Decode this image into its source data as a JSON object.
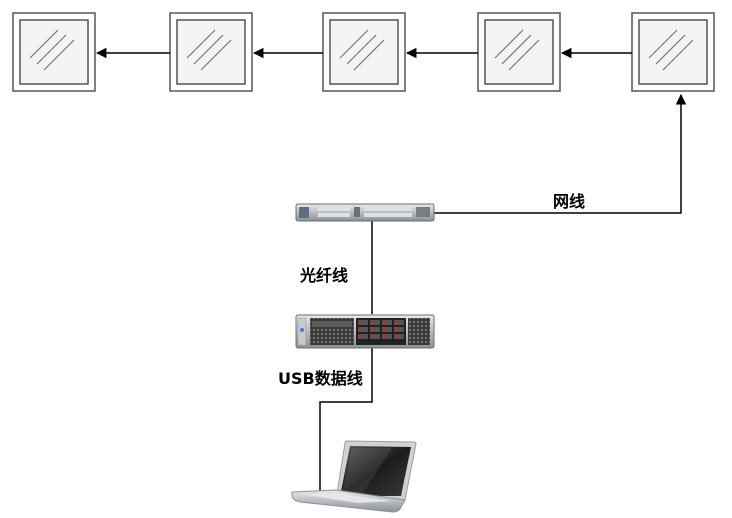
{
  "diagram": {
    "edge_labels": {
      "network_cable": "网线",
      "fiber_cable": "光纤线",
      "usb_cable": "USB数据线"
    },
    "nodes": {
      "panels": [
        "panel-1",
        "panel-2",
        "panel-3",
        "panel-4",
        "panel-5"
      ],
      "switch": "network-switch",
      "server": "rack-server",
      "laptop": "laptop"
    },
    "colors": {
      "line": "#000000",
      "panel_frame": "#555555",
      "panel_fill": "#f4f4f4",
      "device_body": "#c8ccd0",
      "server_bay": "#222222",
      "bay_led": "#d22020"
    }
  }
}
